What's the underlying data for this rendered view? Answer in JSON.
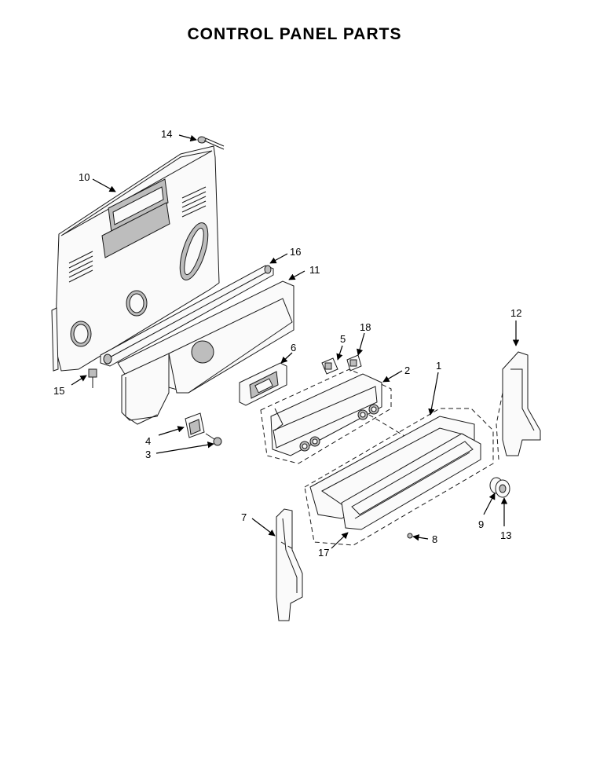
{
  "title": "CONTROL PANEL PARTS",
  "callouts": {
    "c1": "1",
    "c2": "2",
    "c3": "3",
    "c4": "4",
    "c5": "5",
    "c6": "6",
    "c7": "7",
    "c8": "8",
    "c9": "9",
    "c10": "10",
    "c11": "11",
    "c12": "12",
    "c13": "13",
    "c14": "14",
    "c15": "15",
    "c16": "16",
    "c17": "17",
    "c18": "18"
  }
}
